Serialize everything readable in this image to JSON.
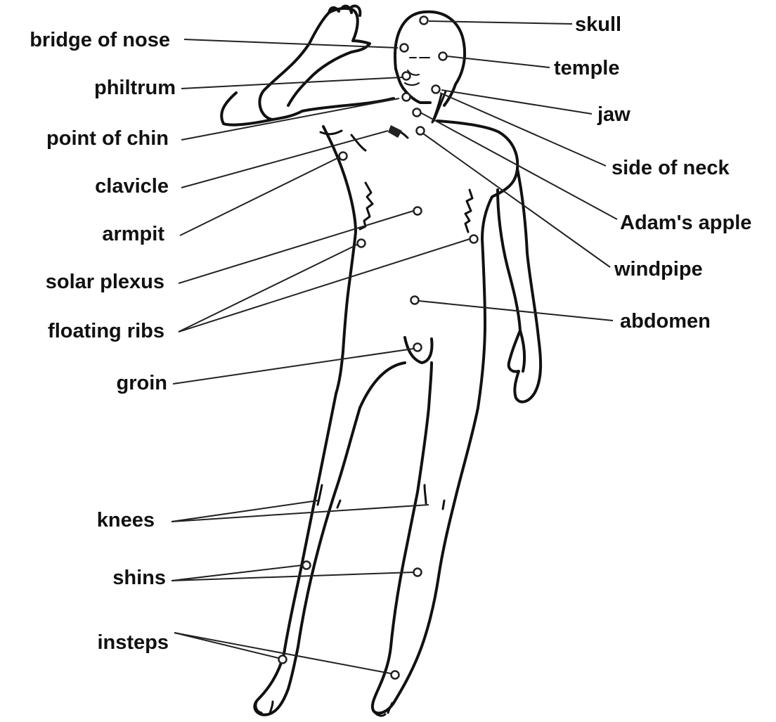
{
  "colors": {
    "ink": "#111111",
    "background": "#ffffff"
  },
  "labels": {
    "bridge_of_nose": "bridge of nose",
    "philtrum": "philtrum",
    "point_of_chin": "point of chin",
    "clavicle": "clavicle",
    "armpit": "armpit",
    "solar_plexus": "solar plexus",
    "floating_ribs": "floating ribs",
    "groin": "groin",
    "knees": "knees",
    "shins": "shins",
    "insteps": "insteps",
    "skull": "skull",
    "temple": "temple",
    "jaw": "jaw",
    "side_of_neck": "side of neck",
    "adams_apple": "Adam's apple",
    "windpipe": "windpipe",
    "abdomen": "abdomen"
  }
}
